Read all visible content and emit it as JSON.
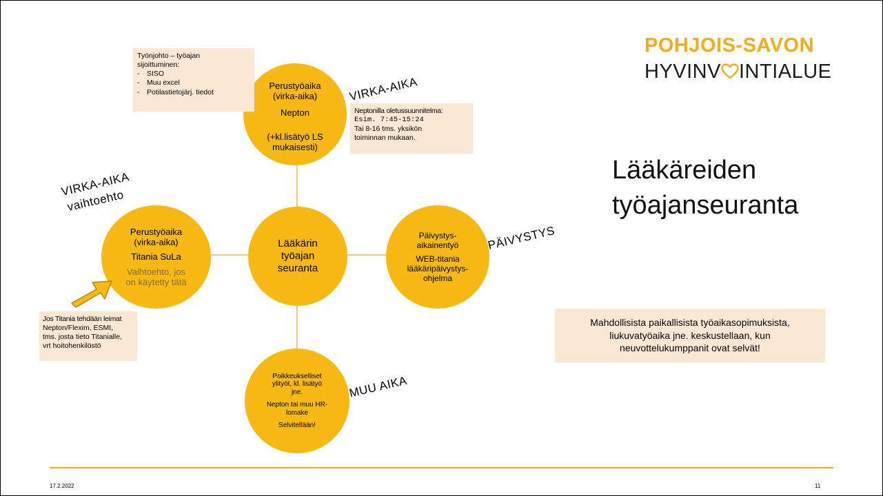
{
  "logo": {
    "line1": "POHJOIS-SAVON",
    "line2_a": "HYVINV",
    "line2_b": "INTIALUE"
  },
  "title": {
    "line1": "Lääkäreiden",
    "line2": "työajanseuranta"
  },
  "center_circle": {
    "l1": "Lääkärin",
    "l2": "työajan",
    "l3": "seuranta"
  },
  "top_circle": {
    "l1": "Perustyöaika",
    "l2": "(virka-aika)",
    "l3": "Nepton",
    "l4": "(+kl.lisätyö LS",
    "l5": "mukaisesti)"
  },
  "left_circle": {
    "l1": "Perustyöaika",
    "l2": "(virka-aika)",
    "l3": "Titania SuLa",
    "l4": "Vaihtoehto, jos",
    "l5": "on käytetty tätä"
  },
  "right_circle": {
    "l1": "Päivystys-",
    "l2": "aikainentyö",
    "l3": "WEB-titania",
    "l4": "lääkäripäivystys-",
    "l5": "ohjelma"
  },
  "bottom_circle": {
    "l1": "Poikkeukselliset",
    "l2": "ylityöt, kl. lisätyö",
    "l3": "jne.",
    "l4": "Nepton tai muu HR-",
    "l5": "lomake",
    "l6": "Selvitellään!"
  },
  "stamps": {
    "virka_aika": "VIRKA-AIKA",
    "virka_aika_alt_1": "VIRKA-AIKA",
    "virka_aika_alt_2": "vaihtoehto",
    "paivystys": "PÄIVYSTYS",
    "muu_aika": "MUU AIKA"
  },
  "note_tl": {
    "title1": "Työnjohto – työajan",
    "title2": "sijoittuminen:",
    "items": [
      "SISO",
      "Muu excel",
      "Potilastietojärj. tiedot"
    ]
  },
  "note_tr": {
    "l1": "Neptonilla oletussuunnitelma:",
    "l2": "Esim. 7:45-15:24",
    "l3": "Tai 8-16 tms. yksikön",
    "l4": "toiminnan mukaan."
  },
  "note_bl": {
    "l1": "Jos Titania tehdään leimat",
    "l2": "Nepton/Flexim, ESMI,",
    "l3": "tms. josta tieto Titanialle,",
    "l4": "vrt hoitohenkilöstö"
  },
  "note_right": {
    "l1": "Mahdollisista paikallisista työaikasopimuksista,",
    "l2": "liukuvatyöaika jne. keskustellaan, kun",
    "l3": "neuvottelukumppanit ovat selvät!"
  },
  "footer": {
    "date": "17.2.2022",
    "page": "11"
  },
  "colors": {
    "circle": "#f9b914",
    "note": "#fbe8d4",
    "logo_accent": "#f3ac1a",
    "muted_text": "#8a6a2a"
  }
}
